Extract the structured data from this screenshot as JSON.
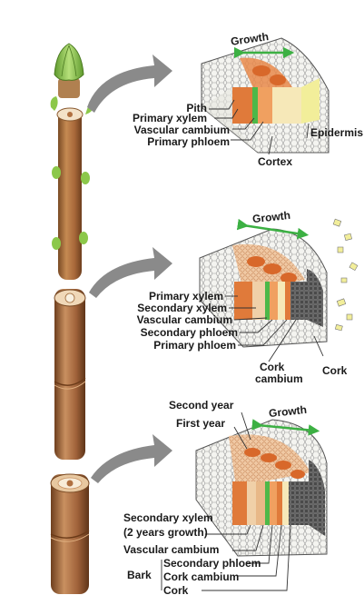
{
  "colors": {
    "stem_bark": "#a8683a",
    "bud_green": "#9ccd5e",
    "arrow_gray": "#8a8a8a",
    "primary_xylem": "#e07a3a",
    "secondary_xylem": "#d9a37a",
    "vascular_cambium": "#4db848",
    "phloem": "#f0a060",
    "epidermis": "#f2ee9a",
    "cork": "#3c3c3c",
    "growth_arrow": "#3cb043"
  },
  "stage1": {
    "growth": "Growth",
    "pith": "Pith",
    "primary_xylem": "Primary xylem",
    "vascular_cambium": "Vascular cambium",
    "primary_phloem": "Primary phloem",
    "cortex": "Cortex",
    "epidermis": "Epidermis"
  },
  "stage2": {
    "growth": "Growth",
    "primary_xylem": "Primary xylem",
    "secondary_xylem": "Secondary xylem",
    "vascular_cambium": "Vascular cambium",
    "secondary_phloem": "Secondary phloem",
    "primary_phloem": "Primary phloem",
    "cork_cambium_1": "Cork",
    "cork_cambium_2": "cambium",
    "cork": "Cork"
  },
  "stage3": {
    "growth": "Growth",
    "second_year": "Second year",
    "first_year": "First year",
    "secondary_xylem": "Secondary xylem",
    "years_growth": "(2 years growth)",
    "vascular_cambium": "Vascular cambium",
    "bark": "Bark",
    "secondary_phloem": "Secondary phloem",
    "cork_cambium": "Cork cambium",
    "cork": "Cork"
  }
}
